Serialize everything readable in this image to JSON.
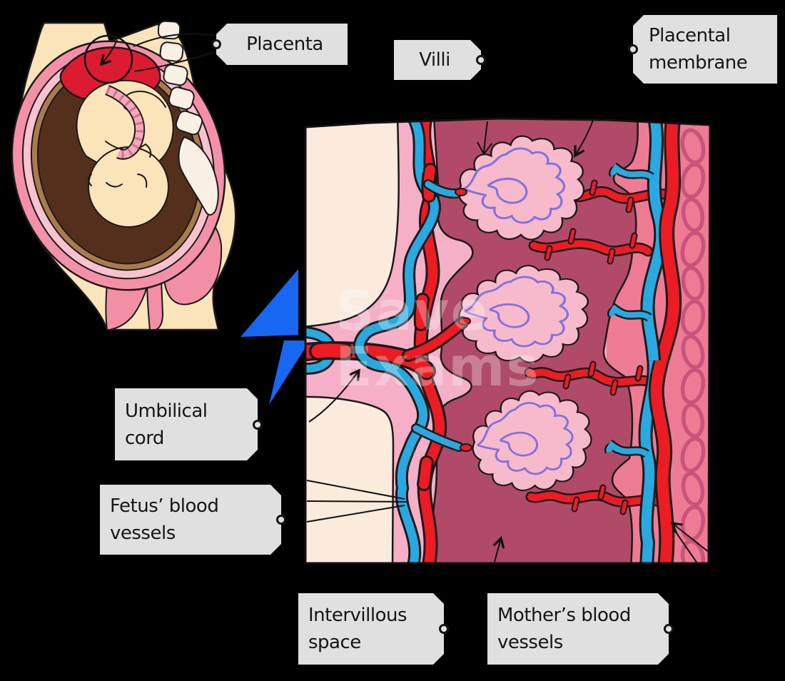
{
  "page": {
    "background": "#000000",
    "watermark": {
      "line1": "Save",
      "line2": "Exams"
    }
  },
  "labels": {
    "placenta": "Placenta",
    "villi": "Villi",
    "placental_membrane": {
      "line1": "Placental",
      "line2": "membrane"
    },
    "umbilical_cord": {
      "line1": "Umbilical",
      "line2": "cord"
    },
    "fetus_blood_vessels": {
      "line1": "Fetus’ blood",
      "line2": "vessels"
    },
    "intervillous_space": {
      "line1": "Intervillous",
      "line2": "space"
    },
    "mothers_blood_vessels": {
      "line1": "Mother’s blood",
      "line2": "vessels"
    }
  },
  "colors": {
    "label_bg": "#E0E0E0",
    "label_text": "#161616",
    "artery_red": "#ED1B24",
    "vein_blue": "#29A9E0",
    "intervillous_maroon": "#B04A68",
    "fetal_side_pink": "#F5AFC6",
    "maternal_side_pink": "#EE7B94",
    "villus_pink": "#F7BACB",
    "capillary_purple": "#8272DC",
    "chorionic_plate_cream": "#FAEBDD",
    "skin_tone": "#FBE3BA",
    "uterus_pink": "#F590A9",
    "amnion_brown": "#AA7B4D",
    "uterus_interior_brown": "#54301C",
    "placenta_red": "#DC1B31",
    "bone_white": "#F8EFE5",
    "zoom_bolt_blue": "#1767F2",
    "muscle_cell_outline": "#C8547B"
  }
}
